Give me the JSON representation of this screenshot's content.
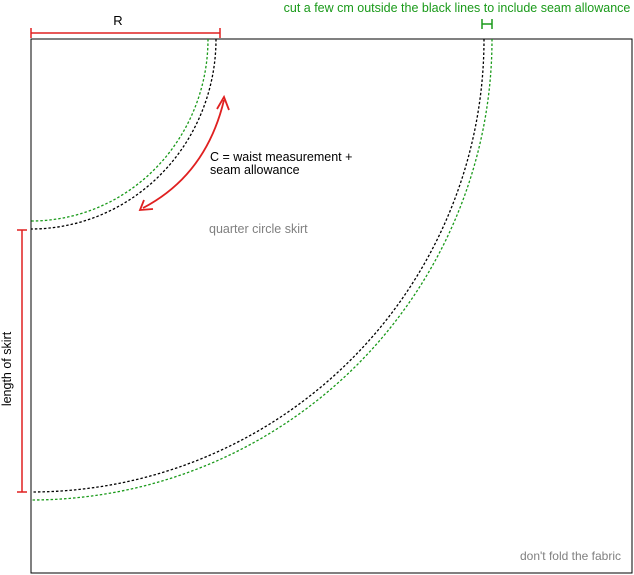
{
  "labels": {
    "radius": "R",
    "seam_note": "cut a few cm outside the black lines to include seam allowance",
    "circumference_line1": "C = waist measurement +",
    "circumference_line2": "seam allowance",
    "title": "quarter circle skirt",
    "length": "length of skirt",
    "fold_note": "don't fold the fabric"
  },
  "colors": {
    "border": "#000000",
    "cut_line": "#000000",
    "seam_line": "#1a9a1a",
    "measure": "#e02020",
    "seam_text": "#1a9a1a",
    "muted_text": "#808080",
    "text": "#000000"
  }
}
